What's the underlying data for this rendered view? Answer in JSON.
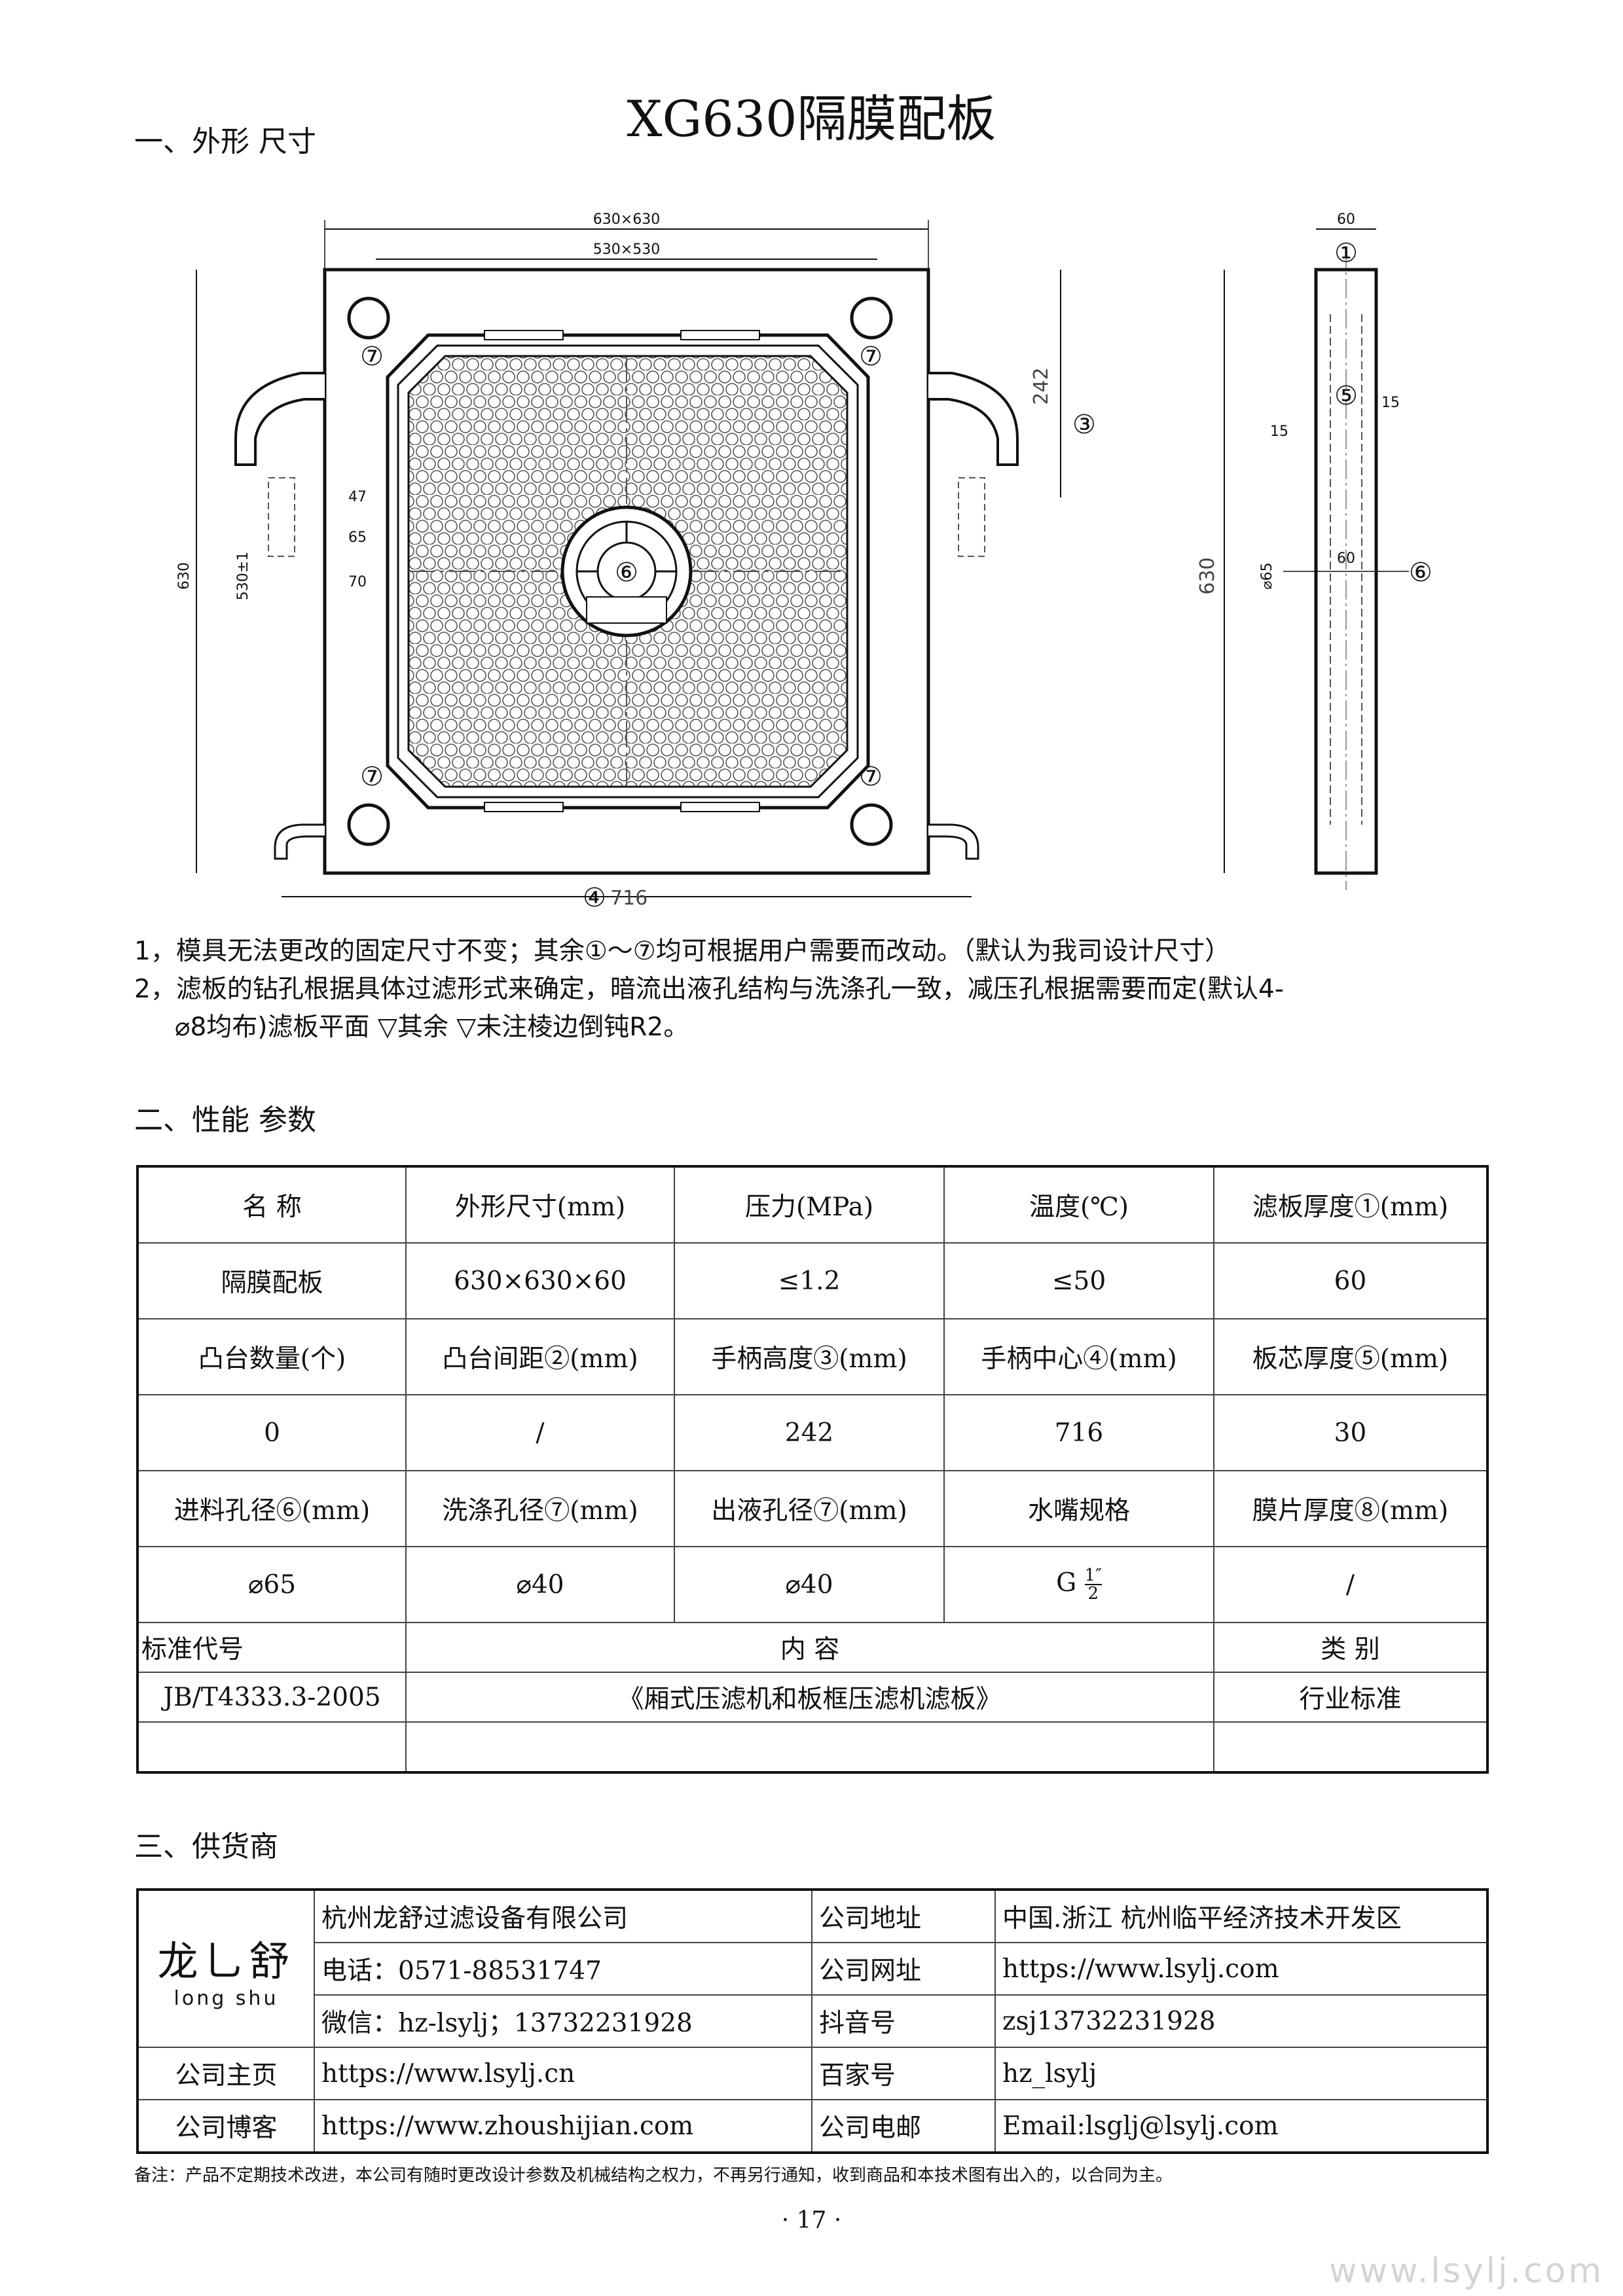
{
  "title": "XG630隔膜配板",
  "sections": {
    "dimensions": "一、外形 尺寸",
    "performance": "二、性能 参数",
    "supplier": "三、供货商"
  },
  "drawing": {
    "dim_outer": "630×630",
    "dim_inner": "530×530",
    "dim_height": "630",
    "dim_530": "530±1",
    "dim_handle_h": "242",
    "dim_handle_c": "716",
    "dim_47": "47",
    "dim_65": "65",
    "dim_70": "70",
    "side_60_top": "60",
    "side_15_left": "15",
    "side_15_right": "15",
    "side_630": "630",
    "side_phi65": "⌀65",
    "side_60_mid": "60",
    "mark1": "①",
    "mark3": "③",
    "mark4": "④",
    "mark5": "⑤",
    "mark6": "⑥",
    "mark7": "⑦"
  },
  "notes": {
    "line1": "1，模具无法更改的固定尺寸不变；其余①～⑦均可根据用户需要而改动。（默认为我司设计尺寸）",
    "line2": "2，滤板的钻孔根据具体过滤形式来确定，暗流出液孔结构与洗涤孔一致，减压孔根据需要而定(默认4-",
    "line3": "⌀8均布)滤板平面 ▽其余 ▽未注棱边倒钝R2。"
  },
  "performance": {
    "r1": [
      "名  称",
      "外形尺寸(mm)",
      "压力(MPa)",
      "温度(℃)",
      "滤板厚度①(mm)"
    ],
    "r2": [
      "隔膜配板",
      "630×630×60",
      "≤1.2",
      "≤50",
      "60"
    ],
    "r3": [
      "凸台数量(个)",
      "凸台间距②(mm)",
      "手柄高度③(mm)",
      "手柄中心④(mm)",
      "板芯厚度⑤(mm)"
    ],
    "r4": [
      "0",
      "/",
      "242",
      "716",
      "30"
    ],
    "r5": [
      "进料孔径⑥(mm)",
      "洗涤孔径⑦(mm)",
      "出液孔径⑦(mm)",
      "水嘴规格",
      "膜片厚度⑧(mm)"
    ],
    "r6": [
      "⌀65",
      "⌀40",
      "⌀40",
      "G",
      "/"
    ],
    "g_num": "1",
    "g_den": "2",
    "g_unit": "″",
    "std_head": [
      "标准代号",
      "内        容",
      "类    别"
    ],
    "std_row": [
      "JB/T4333.3-2005",
      "《厢式压滤机和板框压滤机滤板》",
      "行业标准"
    ]
  },
  "supplier": {
    "logo_text": "龙乚舒",
    "logo_pinyin": "long shu",
    "company": "杭州龙舒过滤设备有限公司",
    "phone": "电话：0571-88531747",
    "wechat": "微信：hz-lsylj；13732231928",
    "addr_label": "公司地址",
    "addr": "中国.浙江 杭州临平经济技术开发区",
    "web_label": "公司网址",
    "web": "https://www.lsylj.com",
    "douyin_label": "抖音号",
    "douyin": "zsj13732231928",
    "home_label": "公司主页",
    "home": "https://www.lsylj.cn",
    "baijia_label": "百家号",
    "baijia": "hz_lsylj",
    "blog_label": "公司博客",
    "blog": "https://www.zhoushijian.com",
    "email_label": "公司电邮",
    "email": "Email:lsglj@lsylj.com"
  },
  "footnote": "备注：产品不定期技术改进，本公司有随时更改设计参数及机械结构之权力，不再另行通知，收到商品和本技术图有出入的，以合同为主。",
  "page_number": "· 17 ·",
  "watermark": "www.lsylj.com"
}
